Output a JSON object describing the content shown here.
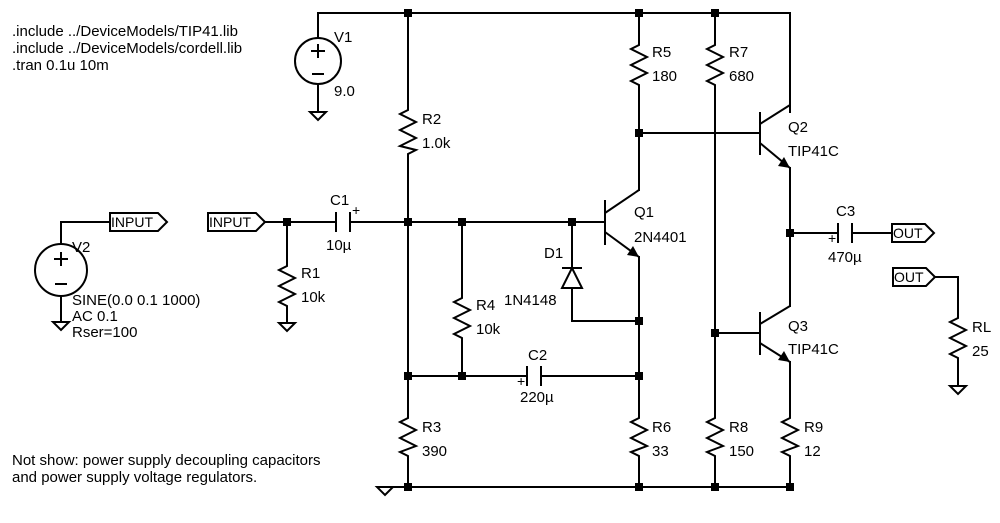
{
  "directives": [
    ".include ../DeviceModels/TIP41.lib",
    ".include ../DeviceModels/cordell.lib",
    ".tran 0.1u 10m"
  ],
  "note": [
    "Not show: power supply decoupling capacitors",
    "and power supply voltage regulators."
  ],
  "components": {
    "V1": {
      "name": "V1",
      "value": "9.0"
    },
    "V2": {
      "name": "V2",
      "lines": [
        "SINE(0.0 0.1 1000)",
        "AC 0.1",
        "Rser=100"
      ]
    },
    "R1": {
      "name": "R1",
      "value": "10k"
    },
    "R2": {
      "name": "R2",
      "value": "1.0k"
    },
    "R3": {
      "name": "R3",
      "value": "390"
    },
    "R4": {
      "name": "R4",
      "value": "10k"
    },
    "R5": {
      "name": "R5",
      "value": "180"
    },
    "R6": {
      "name": "R6",
      "value": "33"
    },
    "R7": {
      "name": "R7",
      "value": "680"
    },
    "R8": {
      "name": "R8",
      "value": "150"
    },
    "R9": {
      "name": "R9",
      "value": "12"
    },
    "RL": {
      "name": "RL",
      "value": "25"
    },
    "C1": {
      "name": "C1",
      "value": "10µ"
    },
    "C2": {
      "name": "C2",
      "value": "220µ"
    },
    "C3": {
      "name": "C3",
      "value": "470µ"
    },
    "D1": {
      "name": "D1",
      "value": "1N4148"
    },
    "Q1": {
      "name": "Q1",
      "value": "2N4401"
    },
    "Q2": {
      "name": "Q2",
      "value": "TIP41C"
    },
    "Q3": {
      "name": "Q3",
      "value": "TIP41C"
    }
  },
  "labels": {
    "input_source": "INPUT",
    "input_net": "INPUT",
    "out_c3": "OUT",
    "out_load": "OUT"
  }
}
